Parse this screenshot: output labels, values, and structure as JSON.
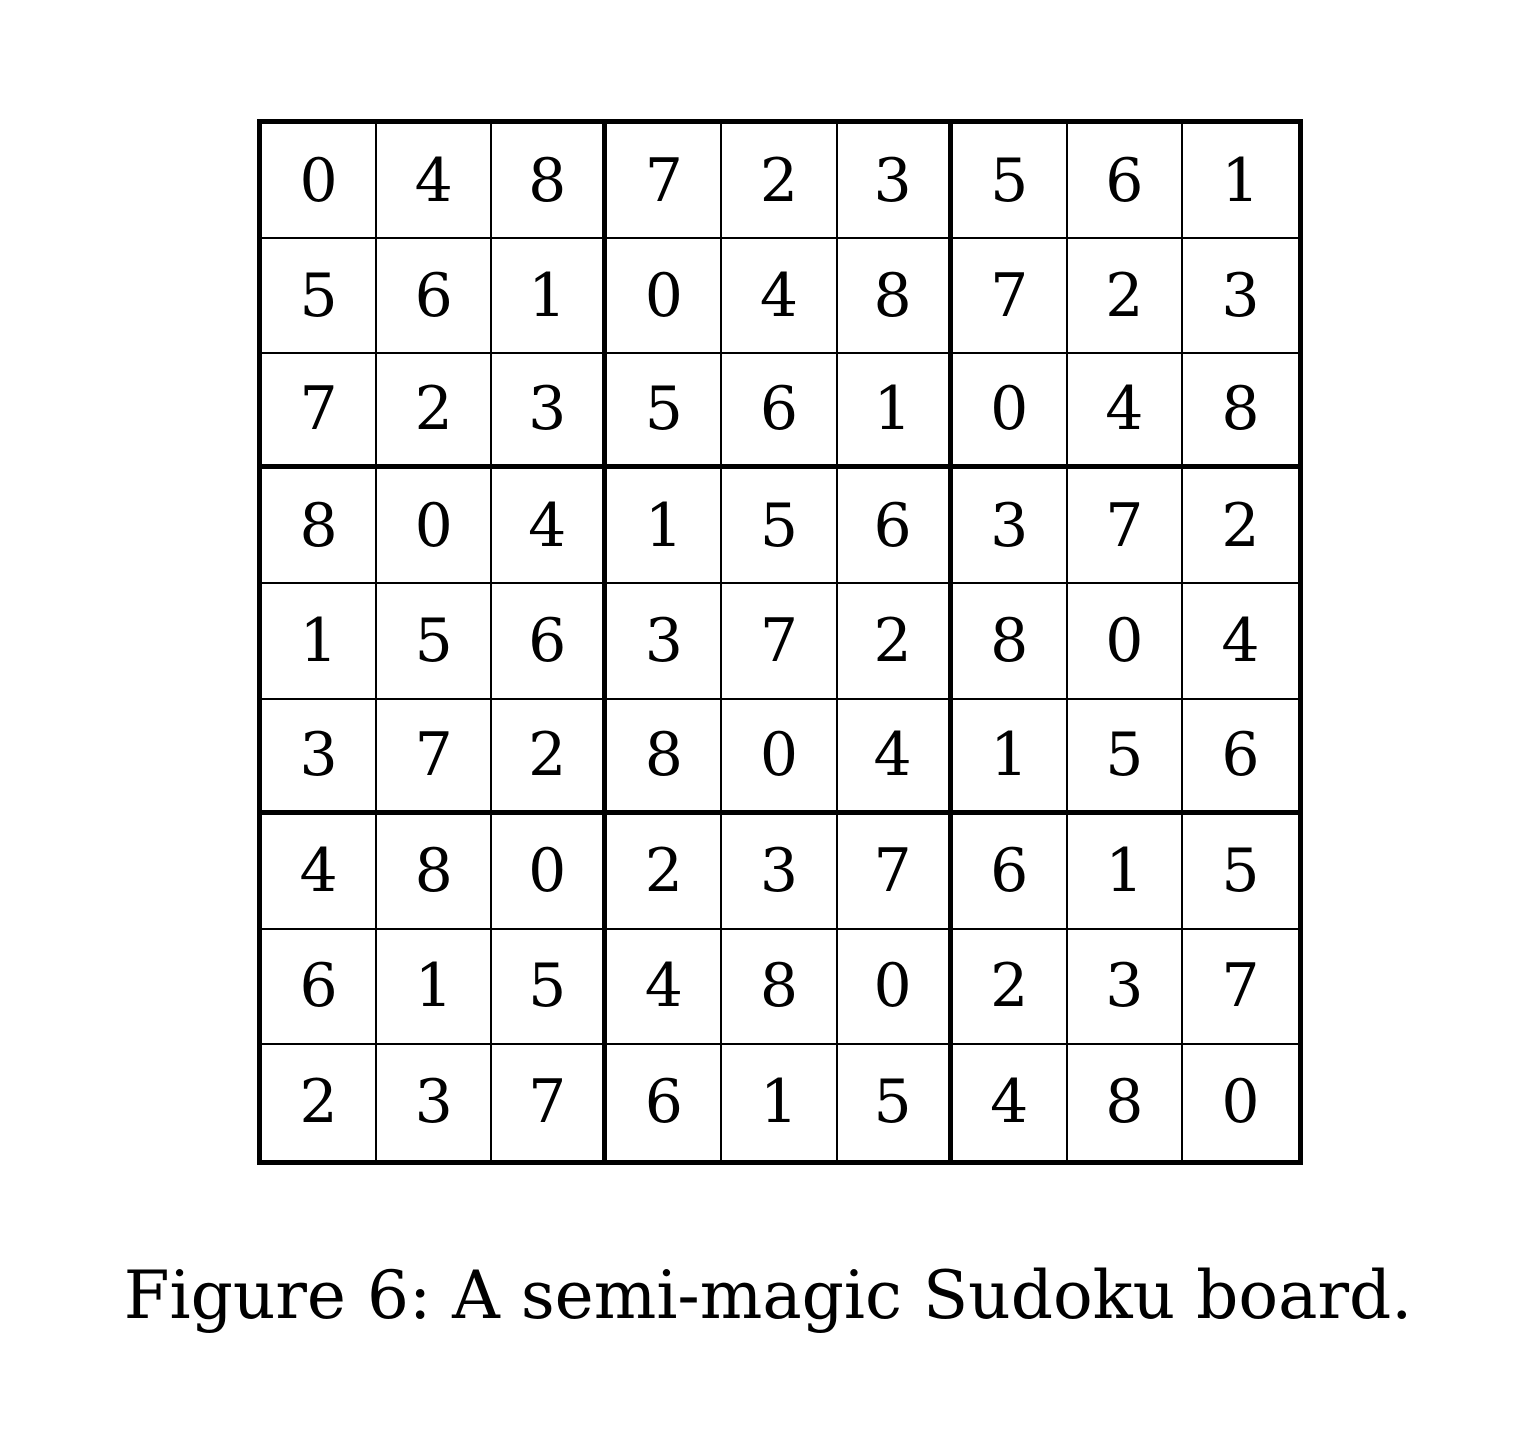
{
  "board": {
    "rows": [
      [
        0,
        4,
        8,
        7,
        2,
        3,
        5,
        6,
        1
      ],
      [
        5,
        6,
        1,
        0,
        4,
        8,
        7,
        2,
        3
      ],
      [
        7,
        2,
        3,
        5,
        6,
        1,
        0,
        4,
        8
      ],
      [
        8,
        0,
        4,
        1,
        5,
        6,
        3,
        7,
        2
      ],
      [
        1,
        5,
        6,
        3,
        7,
        2,
        8,
        0,
        4
      ],
      [
        3,
        7,
        2,
        8,
        0,
        4,
        1,
        5,
        6
      ],
      [
        4,
        8,
        0,
        2,
        3,
        7,
        6,
        1,
        5
      ],
      [
        6,
        1,
        5,
        4,
        8,
        0,
        2,
        3,
        7
      ],
      [
        2,
        3,
        7,
        6,
        1,
        5,
        4,
        8,
        0
      ]
    ]
  },
  "caption": "Figure 6: A semi-magic Sudoku board."
}
